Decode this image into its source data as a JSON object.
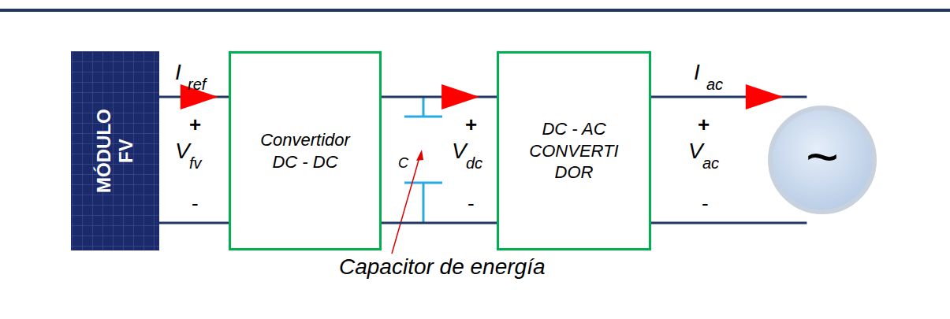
{
  "diagram": {
    "nodes": [
      {
        "text": [
          "MÓDULO FV"
        ]
      },
      {
        "text": [
          "Convertidor DC - DC"
        ]
      },
      {
        "text": [
          "DC - AC CONVERTI DOR"
        ]
      },
      {
        "text": [
          "~"
        ]
      }
    ],
    "edges": [
      {
        "from": 0,
        "to": 1,
        "arrow": "to"
      },
      {
        "from": 1,
        "to": 2,
        "arrow": "to"
      },
      {
        "from": 2,
        "to": 3,
        "arrow": "to"
      },
      {
        "from": 0,
        "to": 1,
        "arrow": "none"
      },
      {
        "from": 1,
        "to": 2,
        "arrow": "none"
      },
      {
        "from": 2,
        "to": 3,
        "arrow": "none"
      }
    ],
    "labels": [
      "I",
      "ref",
      "+",
      "V",
      "fv",
      "-",
      "C",
      "+",
      "V",
      "dc",
      "-",
      "+",
      "V",
      "ac",
      "-",
      "I",
      "ac",
      "Capacitor de energía"
    ]
  }
}
